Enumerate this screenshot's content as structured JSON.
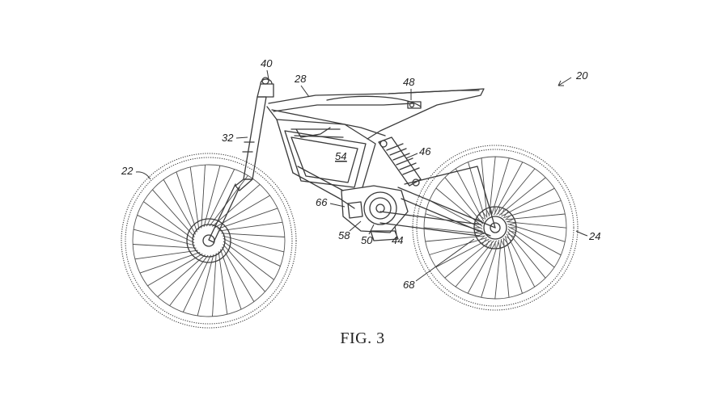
{
  "caption": "FIG. 3",
  "refs": {
    "r20": "20",
    "r22": "22",
    "r24": "24",
    "r28": "28",
    "r32": "32",
    "r40": "40",
    "r44": "44",
    "r46": "46",
    "r48": "48",
    "r50": "50",
    "r54": "54",
    "r58": "58",
    "r66": "66",
    "r68": "68"
  }
}
